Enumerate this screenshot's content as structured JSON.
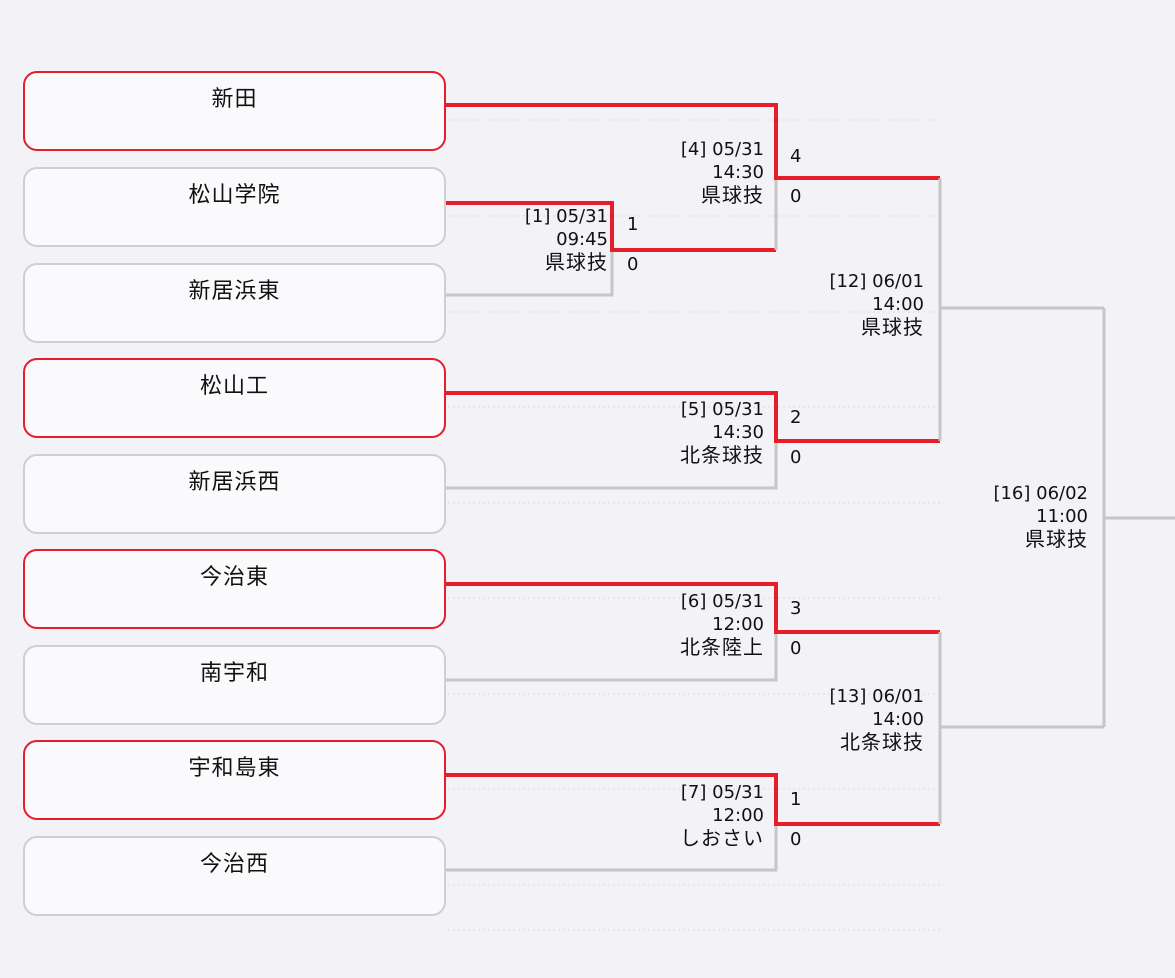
{
  "colors": {
    "winner_line": "#e41e2b",
    "loser_line": "#c6c6c6",
    "background": "#f3f2f6"
  },
  "teams": [
    {
      "name": "新田",
      "winner": true
    },
    {
      "name": "松山学院",
      "winner": false
    },
    {
      "name": "新居浜東",
      "winner": false
    },
    {
      "name": "松山工",
      "winner": true
    },
    {
      "name": "新居浜西",
      "winner": false
    },
    {
      "name": "今治東",
      "winner": true
    },
    {
      "name": "南宇和",
      "winner": false
    },
    {
      "name": "宇和島東",
      "winner": true
    },
    {
      "name": "今治西",
      "winner": false
    }
  ],
  "matches": [
    {
      "id": "[1]",
      "date": "05/31",
      "time": "09:45",
      "venue": "県球技",
      "score_top": "1",
      "score_bottom": "0",
      "winner": "top"
    },
    {
      "id": "[4]",
      "date": "05/31",
      "time": "14:30",
      "venue": "県球技",
      "score_top": "4",
      "score_bottom": "0",
      "winner": "top"
    },
    {
      "id": "[5]",
      "date": "05/31",
      "time": "14:30",
      "venue": "北条球技",
      "score_top": "2",
      "score_bottom": "0",
      "winner": "top"
    },
    {
      "id": "[6]",
      "date": "05/31",
      "time": "12:00",
      "venue": "北条陸上",
      "score_top": "3",
      "score_bottom": "0",
      "winner": "top"
    },
    {
      "id": "[7]",
      "date": "05/31",
      "time": "12:00",
      "venue": "しおさい",
      "score_top": "1",
      "score_bottom": "0",
      "winner": "top"
    },
    {
      "id": "[12]",
      "date": "06/01",
      "time": "14:00",
      "venue": "県球技",
      "score_top": "",
      "score_bottom": "",
      "winner": ""
    },
    {
      "id": "[13]",
      "date": "06/01",
      "time": "14:00",
      "venue": "北条球技",
      "score_top": "",
      "score_bottom": "",
      "winner": ""
    },
    {
      "id": "[16]",
      "date": "06/02",
      "time": "11:00",
      "venue": "県球技",
      "score_top": "",
      "score_bottom": "",
      "winner": ""
    }
  ]
}
